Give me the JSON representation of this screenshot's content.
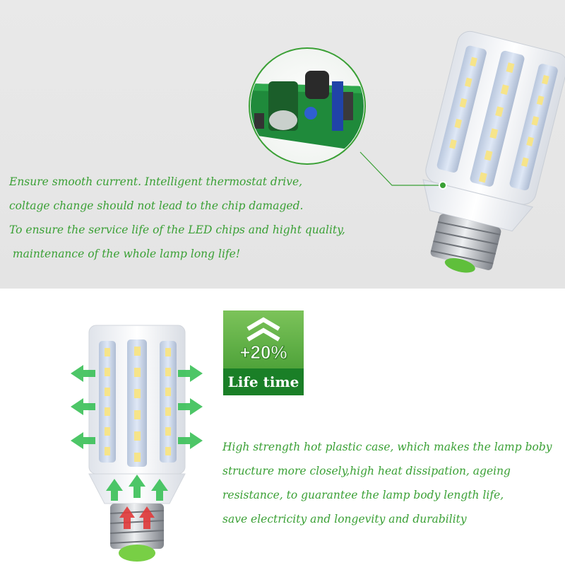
{
  "colors": {
    "text_green": "#3aa035",
    "badge_green_light": "#7cc35a",
    "badge_green_dark": "#1a7f27",
    "arrow_green": "#3ec25b",
    "arrow_red": "#e23a3a",
    "callout_line": "#3aa035",
    "top_background": "#e6e6e6"
  },
  "top_section": {
    "lines": [
      "Ensure smooth current. Intelligent thermostat drive,",
      "coltage change should not lead to the chip damaged.",
      "To ensure the service life of the LED chips and hight quality,",
      " maintenance of the whole lamp long life!"
    ]
  },
  "badge": {
    "icon": "double-chevron-up-icon",
    "percent": "+20%",
    "label": "Life time"
  },
  "bottom_section": {
    "lines": [
      "High strength hot plastic case, which makes the lamp boby",
      "structure more closely,high heat dissipation, ageing",
      "resistance, to guarantee the lamp body length life,",
      "save electricity and longevity and durability"
    ]
  }
}
